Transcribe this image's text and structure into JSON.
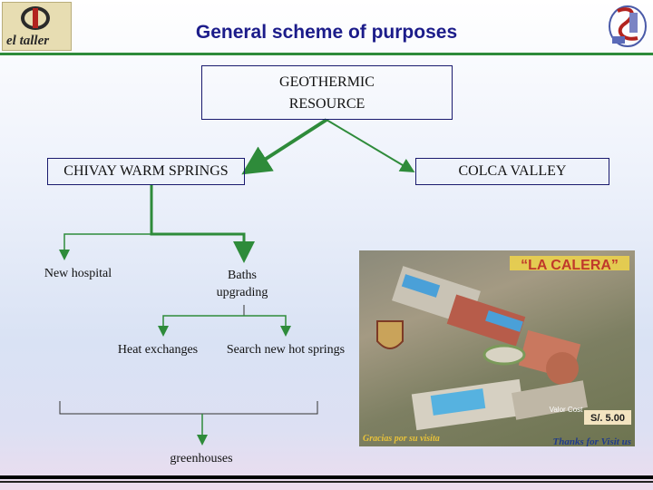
{
  "header": {
    "title": "General scheme of purposes",
    "logo_left_text": "el taller"
  },
  "diagram": {
    "root": "GEOTHERMIC RESOURCE",
    "root_line1": "GEOTHERMIC",
    "root_line2": "RESOURCE",
    "left_branch": "CHIVAY WARM SPRINGS",
    "right_branch": "COLCA VALLEY",
    "children": {
      "new_hospital": "New hospital",
      "baths_upgrading_line1": "Baths",
      "baths_upgrading_line2": "upgrading",
      "heat_exchanges": "Heat exchanges",
      "search_hot_springs": "Search new hot springs",
      "greenhouses": "greenhouses"
    }
  },
  "poster": {
    "title": "“LA CALERA”",
    "price_label": "Valor\nCost",
    "price": "S/. 5.00",
    "footer_left": "Gracias por su visita",
    "footer_right": "Thanks for Visit us"
  },
  "colors": {
    "title": "#1c1c8a",
    "top_rule": "#2e8b3a",
    "arrow_green": "#2e8b3a",
    "box_border": "#1a1a6e"
  }
}
